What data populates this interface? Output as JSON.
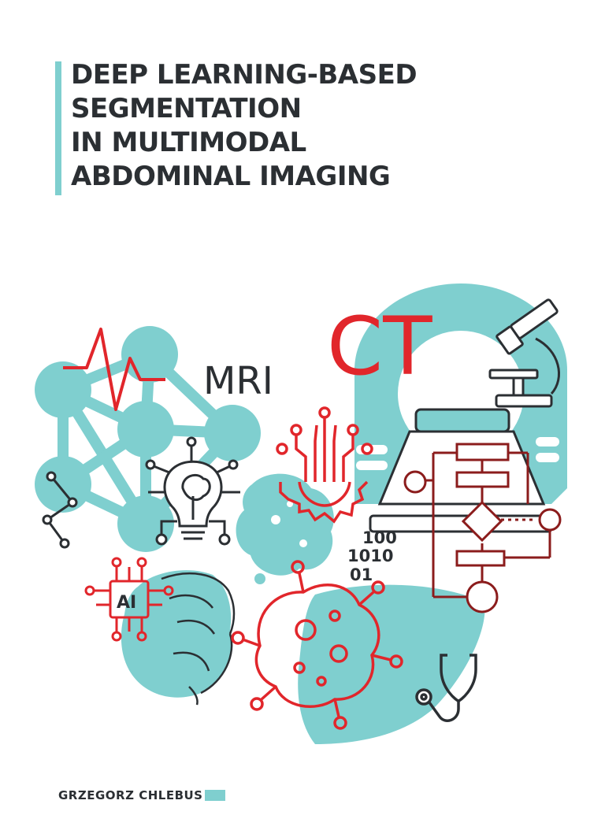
{
  "cover": {
    "title_lines": [
      "DEEP LEARNING-BASED",
      "SEGMENTATION",
      "IN MULTIMODAL",
      "ABDOMINAL IMAGING"
    ],
    "author": "GRZEGORZ CHLEBUS",
    "labels": {
      "mri": "MRI",
      "ct": "CT",
      "ai": "AI",
      "binary": [
        "100",
        "1010",
        "01"
      ]
    },
    "colors": {
      "teal": "#7fcfcf",
      "red": "#e1262b",
      "dark_red": "#8b1c1c",
      "dark": "#2b2f33"
    },
    "icons": [
      "heartbeat-icon",
      "neural-network-icon",
      "graph-icon",
      "lightbulb-brain-icon",
      "ai-chip-icon",
      "brain-icon",
      "gear-circuit-icon",
      "cell-blob-icon",
      "virus-icon",
      "ct-scanner-icon",
      "microscope-icon",
      "flowchart-icon",
      "liver-icon",
      "stethoscope-icon"
    ]
  }
}
